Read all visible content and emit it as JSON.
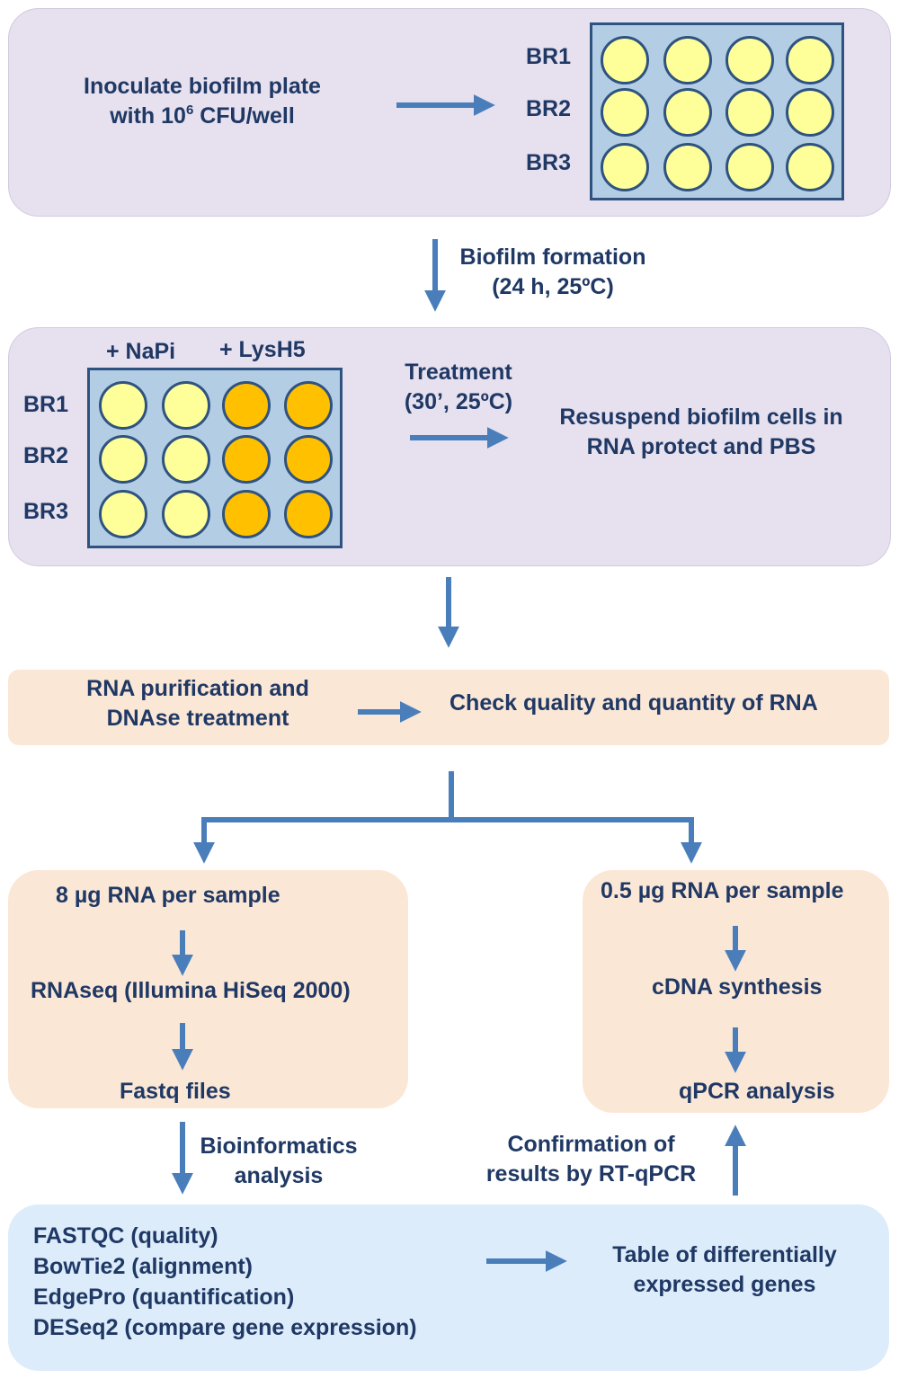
{
  "step1": {
    "inoculate_line1": "Inoculate biofilm plate",
    "inoculate_line2_pre": "with 10",
    "inoculate_sup": "6",
    "inoculate_line2_post": " CFU/well",
    "rows": [
      "BR1",
      "BR2",
      "BR3"
    ]
  },
  "formation": {
    "line1": "Biofilm formation",
    "line2": "(24 h, 25ºC)"
  },
  "step2": {
    "col_napi": "+ NaPi",
    "col_lysh5": "+ LysH5",
    "rows": [
      "BR1",
      "BR2",
      "BR3"
    ],
    "treatment_line1": "Treatment",
    "treatment_line2": "(30’, 25ºC)",
    "resuspend_line1": "Resuspend biofilm cells in",
    "resuspend_line2": "RNA protect and PBS"
  },
  "step3": {
    "purif_line1": "RNA purification and",
    "purif_line2": "DNAse treatment",
    "check": "Check quality and quantity of RNA"
  },
  "left_branch": {
    "amount": "8 µg RNA per sample",
    "rnaseq": "RNAseq (Illumina HiSeq 2000)",
    "fastq": "Fastq files"
  },
  "right_branch": {
    "amount": "0.5 µg RNA per sample",
    "cdna": "cDNA synthesis",
    "qpcr": "qPCR analysis"
  },
  "bioinf": {
    "line1": "Bioinformatics",
    "line2": "analysis"
  },
  "confirm": {
    "line1": "Confirmation of",
    "line2": "results by RT-qPCR"
  },
  "step4": {
    "tools": [
      "FASTQC (quality)",
      "BowTie2 (alignment)",
      "EdgePro (quantification)",
      "DESeq2 (compare gene expression)"
    ],
    "table_line1": "Table of differentially",
    "table_line2": "expressed genes"
  },
  "colors": {
    "arrow": "#4a7ebb",
    "text": "#1f3864",
    "well_napi": "#ffff99",
    "well_lysh5": "#ffc000",
    "plate": "#b3cde4"
  }
}
